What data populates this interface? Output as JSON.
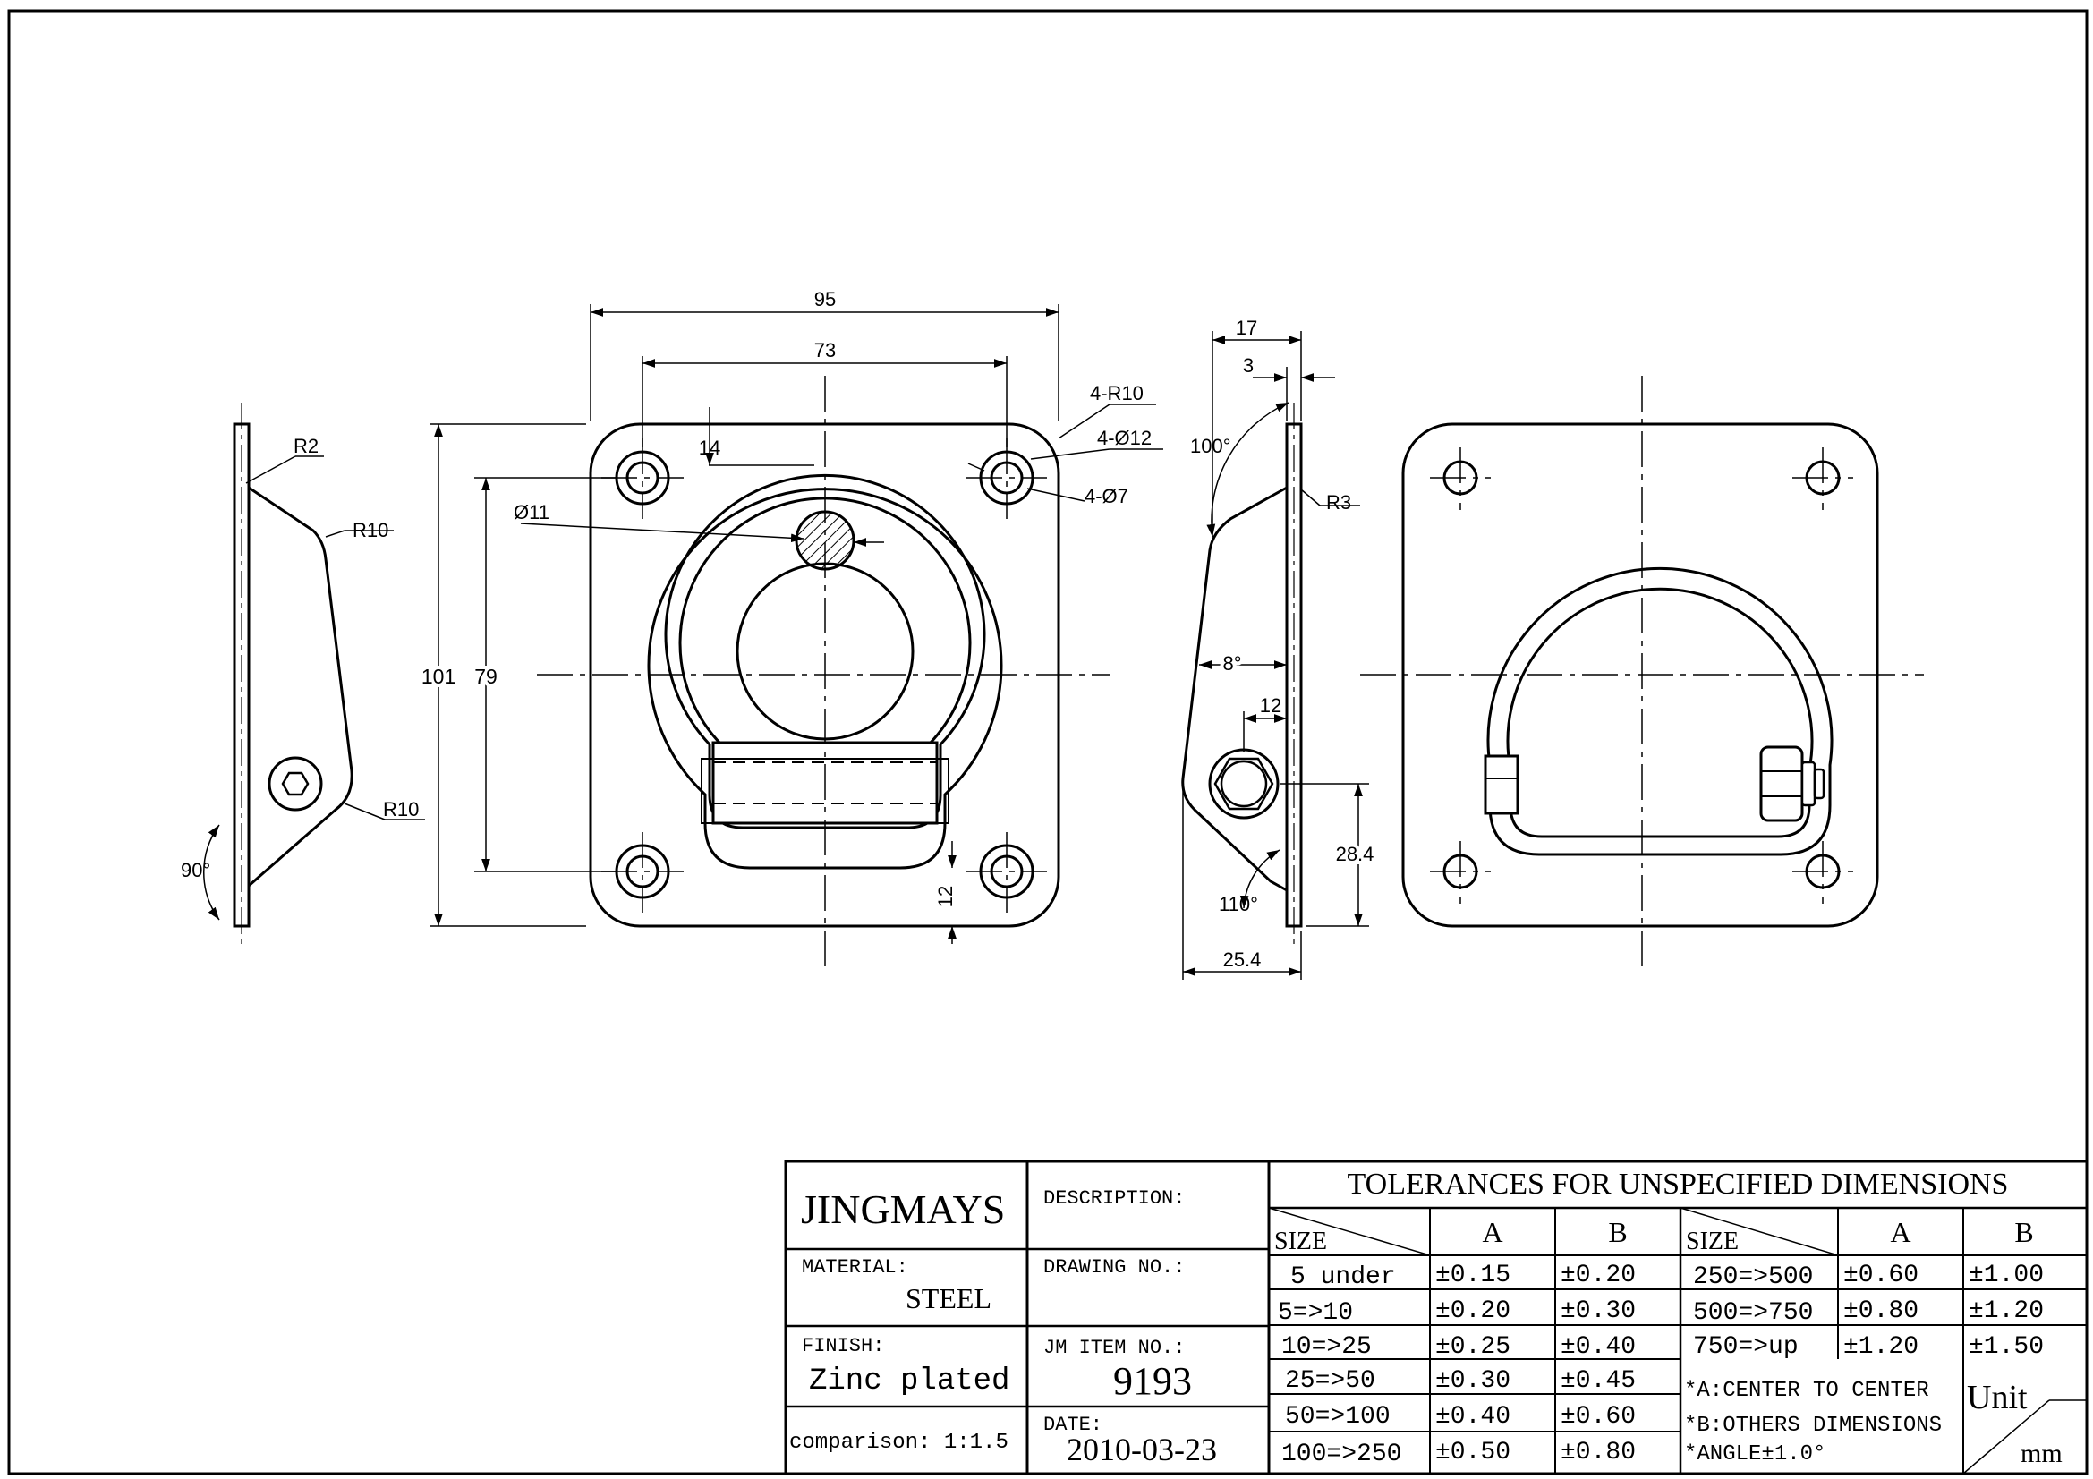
{
  "dimensions": {
    "width_95": "95",
    "width_73": "73",
    "hole_offset_14": "14",
    "corner_radius": "4-R10",
    "hole_dia_12": "4-Ø12",
    "hole_dia_7": "4-Ø7",
    "rod_dia": "Ø11",
    "height_101": "101",
    "height_79": "79",
    "bottom_12": "12",
    "side_r2": "R2",
    "side_r10_top": "R10",
    "side_r10_bottom": "R10",
    "angle_90": "90°",
    "depth_17": "17",
    "plate_3": "3",
    "angle_100": "100°",
    "radius_r3": "R3",
    "angle_8": "8°",
    "bolt_12": "12",
    "height_28_4": "28.4",
    "angle_110": "110°",
    "depth_25_4": "25.4"
  },
  "title_block": {
    "company": "JINGMAYS",
    "description_label": "DESCRIPTION:",
    "material_label": "MATERIAL:",
    "material_value": "STEEL",
    "drawing_no_label": "DRAWING NO.:",
    "finish_label": "FINISH:",
    "finish_value": "Zinc plated",
    "item_label": "JM ITEM NO.:",
    "item_value": "9193",
    "comparison": "comparison: 1:1.5",
    "date_label": "DATE:",
    "date_value": "2010-03-23"
  },
  "tolerances": {
    "title": "TOLERANCES FOR UNSPECIFIED DIMENSIONS",
    "size_header": "SIZE",
    "a_header": "A",
    "b_header": "B",
    "left_rows": [
      {
        "size": "5 under",
        "a": "±0.15",
        "b": "±0.20"
      },
      {
        "size": "5=>10",
        "a": "±0.20",
        "b": "±0.30"
      },
      {
        "size": "10=>25",
        "a": "±0.25",
        "b": "±0.40"
      },
      {
        "size": "25=>50",
        "a": "±0.30",
        "b": "±0.45"
      },
      {
        "size": "50=>100",
        "a": "±0.40",
        "b": "±0.60"
      },
      {
        "size": "100=>250",
        "a": "±0.50",
        "b": "±0.80"
      }
    ],
    "right_rows": [
      {
        "size": "250=>500",
        "a": "±0.60",
        "b": "±1.00"
      },
      {
        "size": "500=>750",
        "a": "±0.80",
        "b": "±1.20"
      },
      {
        "size": "750=>up",
        "a": "±1.20",
        "b": "±1.50"
      }
    ],
    "note_a": "*A:CENTER TO CENTER",
    "note_b": "*B:OTHERS DIMENSIONS",
    "note_angle": "*ANGLE±1.0°",
    "unit_label": "Unit",
    "unit_value": "mm"
  }
}
